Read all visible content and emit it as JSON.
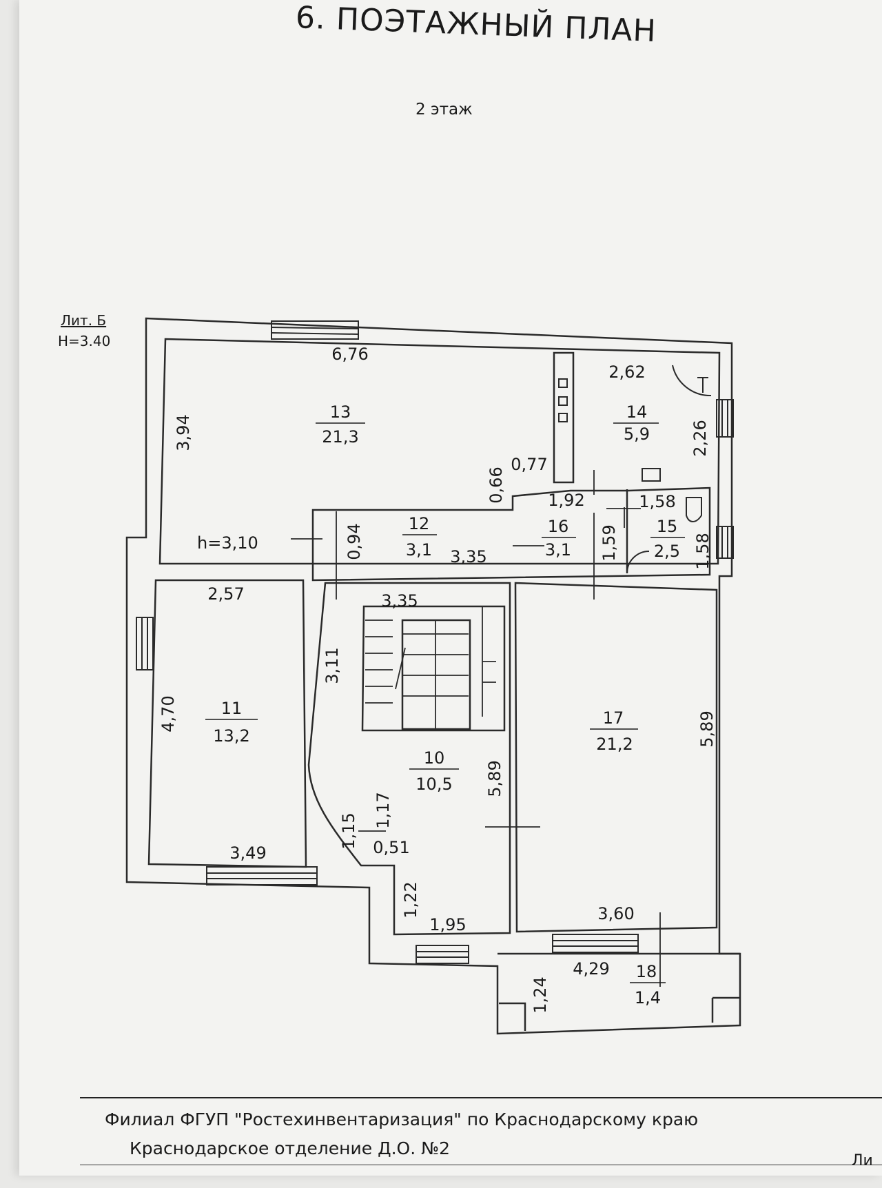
{
  "document": {
    "title": "6. ПОЭТАЖНЫЙ ПЛАН",
    "subtitle": "2 этаж",
    "lit_label": "Лит. Б",
    "lit_height": "Н=3.40"
  },
  "rooms": [
    {
      "number": "13",
      "area": "21,3"
    },
    {
      "number": "14",
      "area": "5,9"
    },
    {
      "number": "12",
      "area": "3,1"
    },
    {
      "number": "16",
      "area": "3,1"
    },
    {
      "number": "15",
      "area": "2,5"
    },
    {
      "number": "11",
      "area": "13,2"
    },
    {
      "number": "10",
      "area": "10,5"
    },
    {
      "number": "17",
      "area": "21,2"
    },
    {
      "number": "18",
      "area": "1,4"
    }
  ],
  "dimensions": {
    "d_676": "6,76",
    "d_394": "3,94",
    "d_262": "2,62",
    "d_226": "2,26",
    "d_077": "0,77",
    "d_066": "0,66",
    "d_192": "1,92",
    "d_158a": "1,58",
    "d_158b": "1,58",
    "d_159": "1,59",
    "d_094": "0,94",
    "d_335a": "3,35",
    "d_335b": "3,35",
    "d_257": "2,57",
    "d_311": "3,11",
    "d_470": "4,70",
    "d_589a": "5,89",
    "d_589b": "5,89",
    "d_117": "1,17",
    "d_115": "1,15",
    "d_051": "0,51",
    "d_349": "3,49",
    "d_122": "1,22",
    "d_195": "1,95",
    "d_360": "3,60",
    "d_429": "4,29",
    "d_124": "1,24"
  },
  "height_note": "h=3,10",
  "footer": {
    "line1": "Филиал ФГУП \"Ростехинвентаризация\" по Краснодарскому краю",
    "line2": "Краснодарское отделение Д.О. №2",
    "corner": "Ли"
  }
}
